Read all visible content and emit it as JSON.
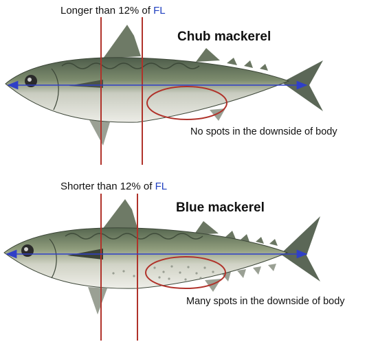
{
  "top": {
    "caption_prefix": "Longer than 12% of ",
    "caption_fl": "FL",
    "species_name": "Chub mackerel",
    "note": "No spots in the downside of body"
  },
  "bottom": {
    "caption_prefix": "Shorter than 12% of ",
    "caption_fl": "FL",
    "species_name": "Blue mackerel",
    "note": "Many spots in the downside of body"
  },
  "colors": {
    "marker_line": "#b0322a",
    "fork_length_arrow": "#2f3fc8",
    "fl_text": "#1f3fbf",
    "fish_back": "#5f6f58",
    "fish_belly": "#e4e4dc"
  },
  "icons": [
    "fish-illustration",
    "double-headed-arrow",
    "ellipse-highlight"
  ]
}
